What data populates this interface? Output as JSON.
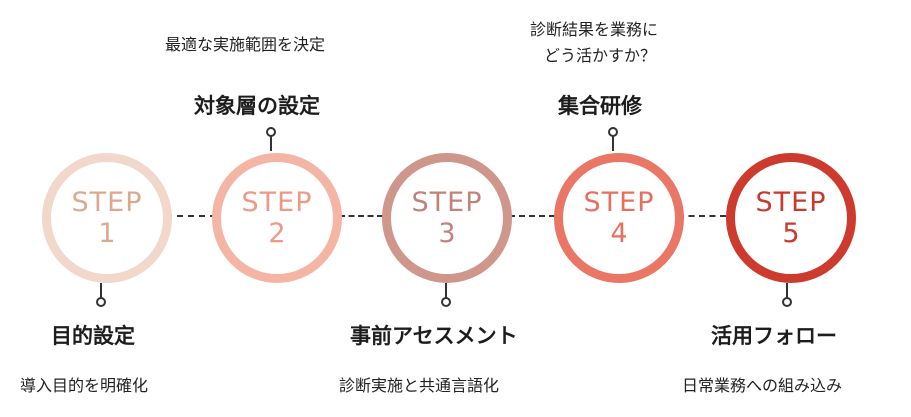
{
  "colors": {
    "step1": "#f2d8cb",
    "step2": "#f5b5a5",
    "step3": "#cf968c",
    "step4": "#ea7766",
    "step5": "#cc3b2d",
    "line": "#333333"
  },
  "steps": [
    {
      "word": "STEP",
      "number": "1",
      "title": "目的設定",
      "description": [
        "導入目的を明確化"
      ],
      "position": "below"
    },
    {
      "word": "STEP",
      "number": "2",
      "title": "対象層の設定",
      "description": [
        "最適な実施範囲を決定"
      ],
      "position": "above"
    },
    {
      "word": "STEP",
      "number": "3",
      "title": "事前アセスメント",
      "description": [
        "診断実施と共通言語化"
      ],
      "position": "below"
    },
    {
      "word": "STEP",
      "number": "4",
      "title": "集合研修",
      "description": [
        "診断結果を業務に",
        "どう活かすか？"
      ],
      "position": "above"
    },
    {
      "word": "STEP",
      "number": "5",
      "title": "活用フォロー",
      "description": [
        "日常業務への組み込み"
      ],
      "position": "below"
    }
  ]
}
